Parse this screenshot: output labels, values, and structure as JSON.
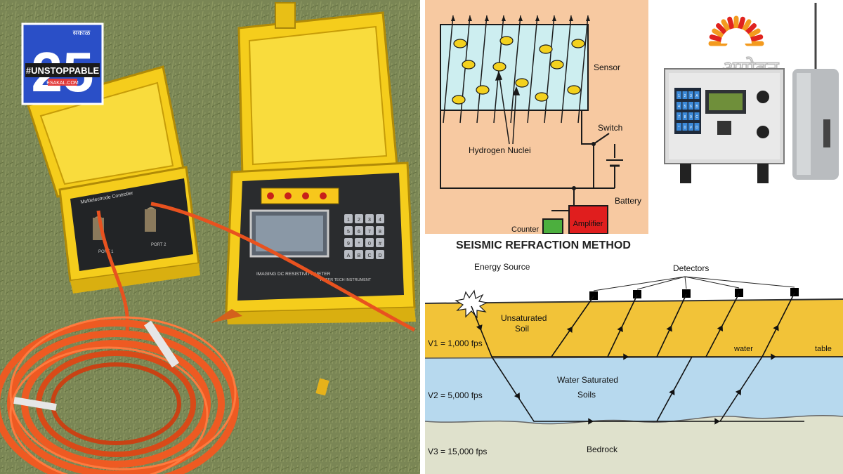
{
  "badge": {
    "brand_top": "सकाळ",
    "number": "25",
    "tag": "#UNSTOPPABLE",
    "site": "ESAKAL.COM"
  },
  "photo": {
    "left_device": {
      "top_label": "Multielectrode Controller",
      "port_1": "PORT 1",
      "port_2": "PORT 2"
    },
    "right_device": {
      "label": "IMAGING DC RESISTIVITY METER",
      "maker": "WATER TECH INSTRUMENT",
      "keypad_keys": [
        "1",
        "2",
        "3",
        "4",
        "5",
        "6",
        "7",
        "8",
        "9",
        "*",
        "0",
        "#",
        "A",
        "B",
        "C",
        "D"
      ]
    }
  },
  "nmr": {
    "sensor": "Sensor",
    "switch": "Switch",
    "hydrogen": "Hydrogen Nuclei",
    "battery": "Battery",
    "amplifier": "Amplifier",
    "counter": "Counter",
    "colors": {
      "background": "#f7c9a1",
      "sensor": "#cdeef0",
      "nucleus": "#f3d11e",
      "amplifier": "#e01e1e",
      "counter": "#4caf3e"
    }
  },
  "instrument": {
    "logo_text": "अग्रोवन",
    "keypad_keys": [
      "1",
      "2",
      "3",
      "A",
      "4",
      "5",
      "6",
      "B",
      "7",
      "8",
      "9",
      "C",
      "*",
      "0",
      "#",
      "D"
    ],
    "colors": {
      "logo_orange": "#f39a1e",
      "logo_red": "#e0231e",
      "logo_text": "#ffffff"
    }
  },
  "seismic": {
    "title": "SEISMIC REFRACTION METHOD",
    "energy_source": "Energy Source",
    "detectors": "Detectors",
    "layer1_name_1": "Unsaturated",
    "layer1_name_2": "Soil",
    "layer1_velocity": "V1 = 1,000  fps",
    "water_word": "water",
    "table_word": "table",
    "layer2_name_1": "Water Saturated",
    "layer2_name_2": "Soils",
    "layer2_velocity": "V2 = 5,000 fps",
    "layer3_name": "Bedrock",
    "layer3_velocity": "V3 = 15,000 fps",
    "colors": {
      "soil": "#f2c338",
      "water": "#b7d9ee",
      "bedrock": "#dfe1cc"
    }
  }
}
